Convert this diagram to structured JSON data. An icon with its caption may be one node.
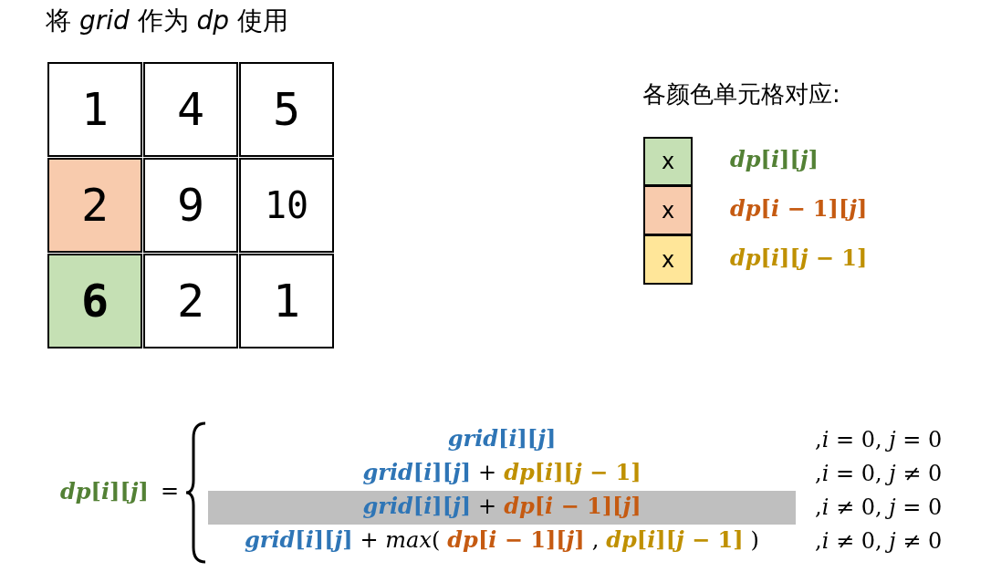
{
  "diagram": {
    "title": "将 *grid* 作为 *dp* 使用",
    "labels": [
      "1",
      "4",
      "5",
      "2",
      "9",
      "10",
      "6",
      "2",
      "1",
      "各颜色单元格对应:",
      "x",
      "x",
      "x",
      "*dp*[*i*][*j*]",
      "=",
      "*grid*[*i*][*j*]",
      ",*i* = 0, *j* = 0",
      "*grid*[*i*][*j*]",
      "+",
      "*dp*[*i*][*j* − 1]",
      ",*i* = 0, *j* ≠ 0",
      "*grid*[*i*][*j*]",
      "+",
      "*dp*[*i* − 1][*j*]",
      ",*i* ≠ 0, *j* = 0",
      "*grid*[*i*][*j*]",
      "+ *max*(",
      "*dp*[*i* − 1][*j*]",
      ",",
      "*dp*[*i*][*j* − 1]",
      ")",
      ",*i* ≠ 0, *j* ≠ 0"
    ],
    "legend": [
      {
        "text": "*dp*[*i*][*j*]",
        "color": "#c5e0b4"
      },
      {
        "text": "*dp*[*i* − 1][*j*]",
        "color": "#f8cbad"
      },
      {
        "text": "*dp*[*i*][*j* − 1]",
        "color": "#ffe699"
      }
    ]
  }
}
